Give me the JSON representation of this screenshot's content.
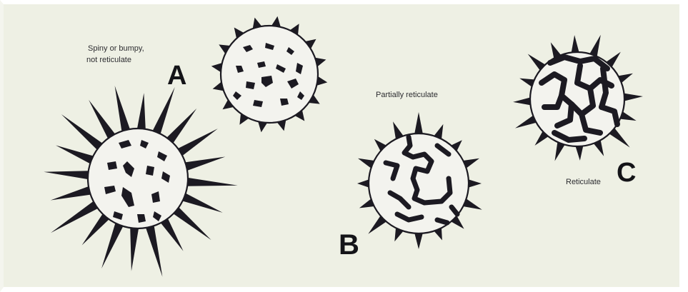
{
  "diagram": {
    "labels": {
      "a_letter": "A",
      "a_caption_line1": "Spiny or bumpy,",
      "a_caption_line2": "not reticulate",
      "b_letter": "B",
      "b_caption": "Partially reticulate",
      "c_letter": "C",
      "c_caption": "Reticulate"
    },
    "colors": {
      "background": "#eef0e4",
      "ink": "#1c1a22",
      "grain_fill": "#f3f3ee"
    }
  }
}
